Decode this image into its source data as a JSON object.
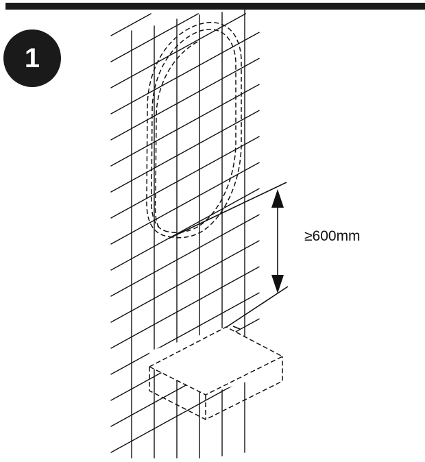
{
  "step": {
    "number": "1"
  },
  "dimension": {
    "label": "≥600mm",
    "value_mm": 600,
    "relation": "minimum"
  },
  "colors": {
    "ink": "#1a1a1a",
    "background": "#ffffff"
  },
  "icons": {
    "mirror": "oval-mirror-dashed",
    "cabinet": "vanity-cabinet-dashed",
    "arrow": "double-headed-arrow"
  }
}
